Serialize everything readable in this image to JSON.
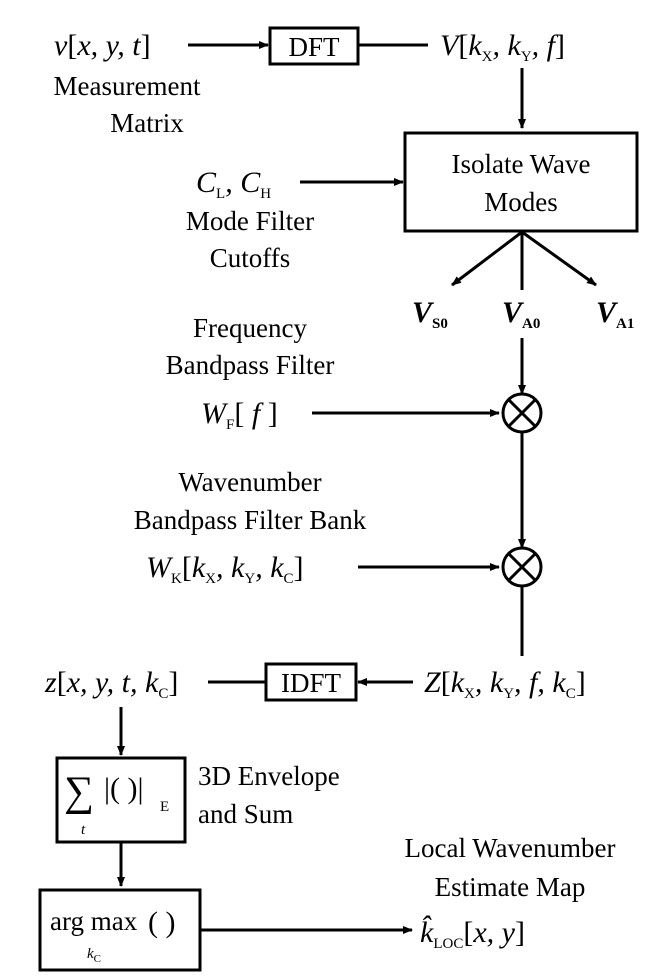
{
  "signals": {
    "input": "v[x, y, t]",
    "spectrum": "V[kX, kY, f]",
    "cutoffs": "CL, CH",
    "mode_s0": "VS0",
    "mode_a0": "VA0",
    "mode_a1": "VA1",
    "freq_filter": "WF[f]",
    "wave_filter": "WK[kX, kY, kC]",
    "filtered_spectrum": "Z[kX, kY, f, kC]",
    "filtered_signal": "z[x, y, t, kC]",
    "output": "k̂LOC[x, y]"
  },
  "labels": {
    "measurement_1": "Measurement",
    "measurement_2": "Matrix",
    "mode_filter_1": "Mode Filter",
    "mode_filter_2": "Cutoffs",
    "freq_bp_1": "Frequency",
    "freq_bp_2": "Bandpass Filter",
    "wave_bp_1": "Wavenumber",
    "wave_bp_2": "Bandpass Filter Bank",
    "envelope_1": "3D Envelope",
    "envelope_2": "and Sum",
    "local_1": "Local Wavenumber",
    "local_2": "Estimate Map"
  },
  "blocks": {
    "dft": "DFT",
    "isolate_1": "Isolate Wave",
    "isolate_2": "Modes",
    "idft": "IDFT",
    "sum_sub": "t",
    "env_sub": "E",
    "argmax": "arg max",
    "argmax_sub": "kC"
  },
  "colors": {
    "stroke": "#000000",
    "background": "#ffffff"
  }
}
